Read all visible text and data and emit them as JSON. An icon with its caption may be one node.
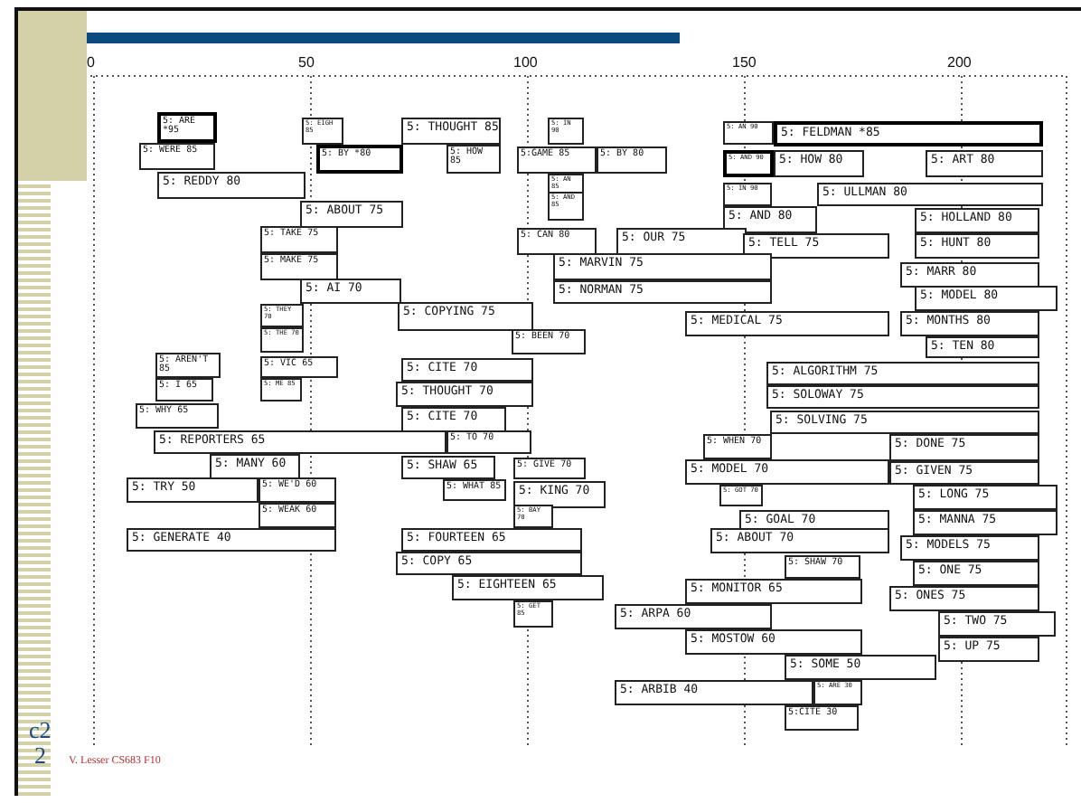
{
  "diagram": {
    "nodes": [
      {
        "text": [
          "5: ARE *95"
        ]
      },
      {
        "text": [
          "5: EIGH 85"
        ]
      },
      {
        "text": [
          "5: THOUGHT 85"
        ]
      },
      {
        "text": [
          "5: IN 90"
        ]
      },
      {
        "text": [
          "5: AN 90"
        ]
      },
      {
        "text": [
          "5: FELDMAN *85"
        ]
      },
      {
        "text": [
          "5: WERE 85"
        ]
      },
      {
        "text": [
          "5: BY *80"
        ]
      },
      {
        "text": [
          "5: HOW 85"
        ]
      },
      {
        "text": [
          "5:GAME 85"
        ]
      },
      {
        "text": [
          "5: BY 80"
        ]
      },
      {
        "text": [
          "5: AND 90"
        ]
      },
      {
        "text": [
          "5: HOW 80"
        ]
      },
      {
        "text": [
          "5: ART 80"
        ]
      },
      {
        "text": [
          "5: REDDY 80"
        ]
      },
      {
        "text": [
          "5: AN 85"
        ]
      },
      {
        "text": [
          "5: IN 90"
        ]
      },
      {
        "text": [
          "5: ULLMAN 80"
        ]
      },
      {
        "text": [
          "5: AND 85"
        ]
      },
      {
        "text": [
          "5: ABOUT 75"
        ]
      },
      {
        "text": [
          "5: AND 80"
        ]
      },
      {
        "text": [
          "5: HOLLAND 80"
        ]
      },
      {
        "text": [
          "5: TAKE 75"
        ]
      },
      {
        "text": [
          "5: CAN 80"
        ]
      },
      {
        "text": [
          "5: OUR 75"
        ]
      },
      {
        "text": [
          "5: TELL 75"
        ]
      },
      {
        "text": [
          "5: HUNT 80"
        ]
      },
      {
        "text": [
          "5: MAKE 75"
        ]
      },
      {
        "text": [
          "5: MARVIN 75"
        ]
      },
      {
        "text": [
          "5: MARR 80"
        ]
      },
      {
        "text": [
          "5: AI 70"
        ]
      },
      {
        "text": [
          "5: NORMAN 75"
        ]
      },
      {
        "text": [
          "5: MODEL 80"
        ]
      },
      {
        "text": [
          "5: THEY 70"
        ]
      },
      {
        "text": [
          "5: COPYING 75"
        ]
      },
      {
        "text": [
          "5: MEDICAL 75"
        ]
      },
      {
        "text": [
          "5: MONTHS 80"
        ]
      },
      {
        "text": [
          "5: THE 70"
        ]
      },
      {
        "text": [
          "5: BEEN 70"
        ]
      },
      {
        "text": [
          "5: TEN 80"
        ]
      },
      {
        "text": [
          "5: AREN'T 85"
        ]
      },
      {
        "text": [
          "5: VIC 65"
        ]
      },
      {
        "text": [
          "5: CITE 70"
        ]
      },
      {
        "text": [
          "5: ALGORITHM 75"
        ]
      },
      {
        "text": [
          "5: ME 85"
        ]
      },
      {
        "text": [
          "5: I 65"
        ]
      },
      {
        "text": [
          "5: THOUGHT 70"
        ]
      },
      {
        "text": [
          "5: SOLOWAY 75"
        ]
      },
      {
        "text": [
          "5: WHY 65"
        ]
      },
      {
        "text": [
          "5: CITE 70"
        ]
      },
      {
        "text": [
          "5: SOLVING 75"
        ]
      },
      {
        "text": [
          "5: REPORTERS 65"
        ]
      },
      {
        "text": [
          "5: TO 70"
        ]
      },
      {
        "text": [
          "5: WHEN 70"
        ]
      },
      {
        "text": [
          "5: DONE 75"
        ]
      },
      {
        "text": [
          "5: MANY 60"
        ]
      },
      {
        "text": [
          "5: SHAW 65"
        ]
      },
      {
        "text": [
          "5: GIVE 70"
        ]
      },
      {
        "text": [
          "5: MODEL 70"
        ]
      },
      {
        "text": [
          "5: GIVEN 75"
        ]
      },
      {
        "text": [
          "5: TRY 50"
        ]
      },
      {
        "text": [
          "5: WE'D 60"
        ]
      },
      {
        "text": [
          "5: WHAT 85"
        ]
      },
      {
        "text": [
          "5: KING 70"
        ]
      },
      {
        "text": [
          "5: GOT 70"
        ]
      },
      {
        "text": [
          "5: LONG 75"
        ]
      },
      {
        "text": [
          "5: WEAK 60"
        ]
      },
      {
        "text": [
          "5: BAY 70"
        ]
      },
      {
        "text": [
          "5: GOAL 70"
        ]
      },
      {
        "text": [
          "5: MANNA 75"
        ]
      },
      {
        "text": [
          "5: GENERATE 40"
        ]
      },
      {
        "text": [
          "5: FOURTEEN 65"
        ]
      },
      {
        "text": [
          "5: ABOUT 70"
        ]
      },
      {
        "text": [
          "5: MODELS 75"
        ]
      },
      {
        "text": [
          "5: COPY 65"
        ]
      },
      {
        "text": [
          "5: SHAW 70"
        ]
      },
      {
        "text": [
          "5: ONE 75"
        ]
      },
      {
        "text": [
          "5: EIGHTEEN 65"
        ]
      },
      {
        "text": [
          "5: MONITOR 65"
        ]
      },
      {
        "text": [
          "5: ONES 75"
        ]
      },
      {
        "text": [
          "5: GET 85"
        ]
      },
      {
        "text": [
          "5: ARPA 60"
        ]
      },
      {
        "text": [
          "5: TWO 75"
        ]
      },
      {
        "text": [
          "5: MOSTOW 60"
        ]
      },
      {
        "text": [
          "5: UP 75"
        ]
      },
      {
        "text": [
          "5: SOME 50"
        ]
      },
      {
        "text": [
          "5: ARBIB 40"
        ]
      },
      {
        "text": [
          "5: ARE 30"
        ]
      },
      {
        "text": [
          "5:CITE 30"
        ]
      }
    ],
    "labels": [
      "0",
      "50",
      "100",
      "150",
      "200",
      "c2",
      "2",
      "V. Lesser CS683 F10"
    ]
  }
}
